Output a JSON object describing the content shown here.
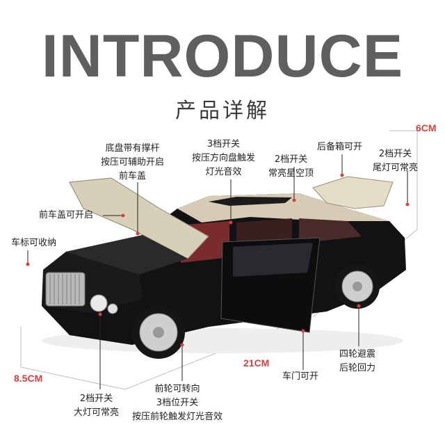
{
  "header": {
    "title": "INTRODUCE",
    "subtitle": "产品详解"
  },
  "dimensions": {
    "height": "6CM",
    "width": "8.5CM",
    "length": "21CM"
  },
  "features": {
    "chassis": [
      "底盘带有撑杆",
      "按压可辅助开启",
      "前车盖"
    ],
    "switch3": [
      "3档开关",
      "按压方向盘触发",
      "灯光音效"
    ],
    "starry": [
      "2档开关",
      "常亮星空顶"
    ],
    "trunk": [
      "后备箱可开"
    ],
    "taillight": [
      "2档开关",
      "尾灯可常亮"
    ],
    "hood": [
      "前车盖可开启"
    ],
    "badge": [
      "车标可收纳"
    ],
    "headlight": [
      "2档开关",
      "大灯可常亮"
    ],
    "steering": [
      "前轮可转向",
      "3档位开关",
      "按压前轮触发灯光音效"
    ],
    "door": [
      "车门可开"
    ],
    "suspension": [
      "四轮避震",
      "后轮回力"
    ]
  },
  "colors": {
    "accent": "#d84040",
    "title": "#5f5f5f",
    "body": "#111111",
    "roof": "#c9bfa8"
  }
}
